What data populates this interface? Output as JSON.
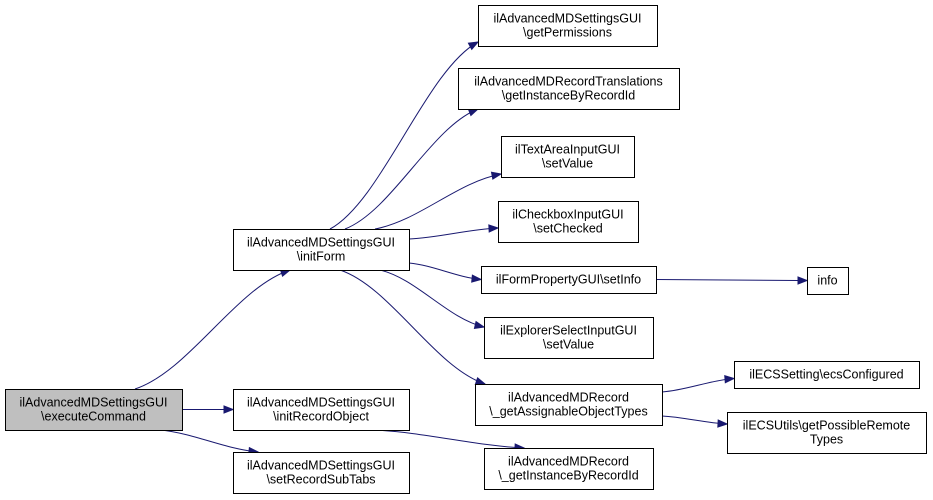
{
  "graph": {
    "nodes": [
      {
        "id": "executeCommand",
        "lines": [
          "ilAdvancedMDSettingsGUI",
          "\\executeCommand"
        ],
        "root": true
      },
      {
        "id": "initForm",
        "lines": [
          "ilAdvancedMDSettingsGUI",
          "\\initForm"
        ]
      },
      {
        "id": "initRecordObject",
        "lines": [
          "ilAdvancedMDSettingsGUI",
          "\\initRecordObject"
        ]
      },
      {
        "id": "setRecordSubTabs",
        "lines": [
          "ilAdvancedMDSettingsGUI",
          "\\setRecordSubTabs"
        ]
      },
      {
        "id": "getPermissions",
        "lines": [
          "ilAdvancedMDSettingsGUI",
          "\\getPermissions"
        ]
      },
      {
        "id": "getInstanceByRecordId_tr",
        "lines": [
          "ilAdvancedMDRecordTranslations",
          "\\getInstanceByRecordId"
        ]
      },
      {
        "id": "textAreaSetValue",
        "lines": [
          "ilTextAreaInputGUI",
          "\\setValue"
        ]
      },
      {
        "id": "checkboxSetChecked",
        "lines": [
          "ilCheckboxInputGUI",
          "\\setChecked"
        ]
      },
      {
        "id": "setInfo",
        "lines": [
          "ilFormPropertyGUI\\setInfo"
        ]
      },
      {
        "id": "explorerSetValue",
        "lines": [
          "ilExplorerSelectInputGUI",
          "\\setValue"
        ]
      },
      {
        "id": "getAssignableObjectTypes",
        "lines": [
          "ilAdvancedMDRecord",
          "\\_getAssignableObjectTypes"
        ]
      },
      {
        "id": "getInstanceByRecordId_rec",
        "lines": [
          "ilAdvancedMDRecord",
          "\\_getInstanceByRecordId"
        ]
      },
      {
        "id": "info",
        "lines": [
          "info"
        ]
      },
      {
        "id": "ecsConfigured",
        "lines": [
          "ilECSSetting\\ecsConfigured"
        ]
      },
      {
        "id": "getPossibleRemoteTypes",
        "lines": [
          "ilECSUtils\\getPossibleRemote",
          "Types"
        ]
      }
    ],
    "edges": [
      [
        "executeCommand",
        "initForm"
      ],
      [
        "executeCommand",
        "initRecordObject"
      ],
      [
        "executeCommand",
        "setRecordSubTabs"
      ],
      [
        "initForm",
        "getPermissions"
      ],
      [
        "initForm",
        "getInstanceByRecordId_tr"
      ],
      [
        "initForm",
        "textAreaSetValue"
      ],
      [
        "initForm",
        "checkboxSetChecked"
      ],
      [
        "initForm",
        "setInfo"
      ],
      [
        "initForm",
        "explorerSetValue"
      ],
      [
        "initForm",
        "getAssignableObjectTypes"
      ],
      [
        "initRecordObject",
        "getInstanceByRecordId_rec"
      ],
      [
        "setInfo",
        "info"
      ],
      [
        "getAssignableObjectTypes",
        "ecsConfigured"
      ],
      [
        "getAssignableObjectTypes",
        "getPossibleRemoteTypes"
      ]
    ]
  }
}
